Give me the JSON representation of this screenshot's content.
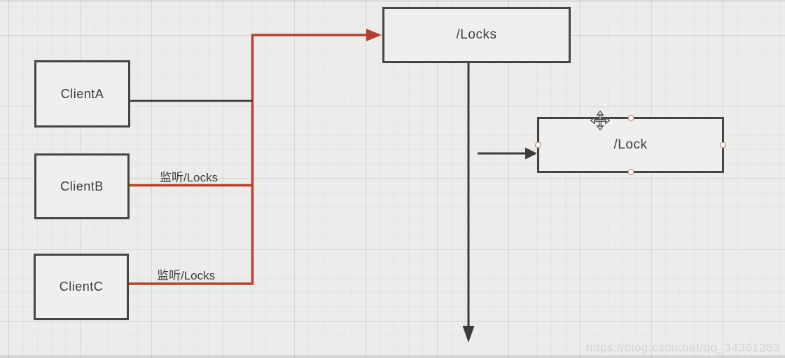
{
  "colors": {
    "red": "#b5422e",
    "dark": "#3a3a3a",
    "box_border": "#454545",
    "box_fill": "#f0efee",
    "handle_stroke": "#a98375",
    "handle_fill": "#fdf7f3",
    "watermark": "#c8c8c8"
  },
  "nodes": {
    "locks": {
      "label": "/Locks"
    },
    "client_a": {
      "label": "ClientA"
    },
    "client_b": {
      "label": "ClientB"
    },
    "client_c": {
      "label": "ClientC"
    },
    "lock": {
      "label": "/Lock"
    }
  },
  "edge_labels": {
    "client_b_watch": "监听/Locks",
    "client_c_watch": "监听/Locks"
  },
  "watermark": {
    "text": "https://blog.csdn.net/qq_34361283"
  }
}
